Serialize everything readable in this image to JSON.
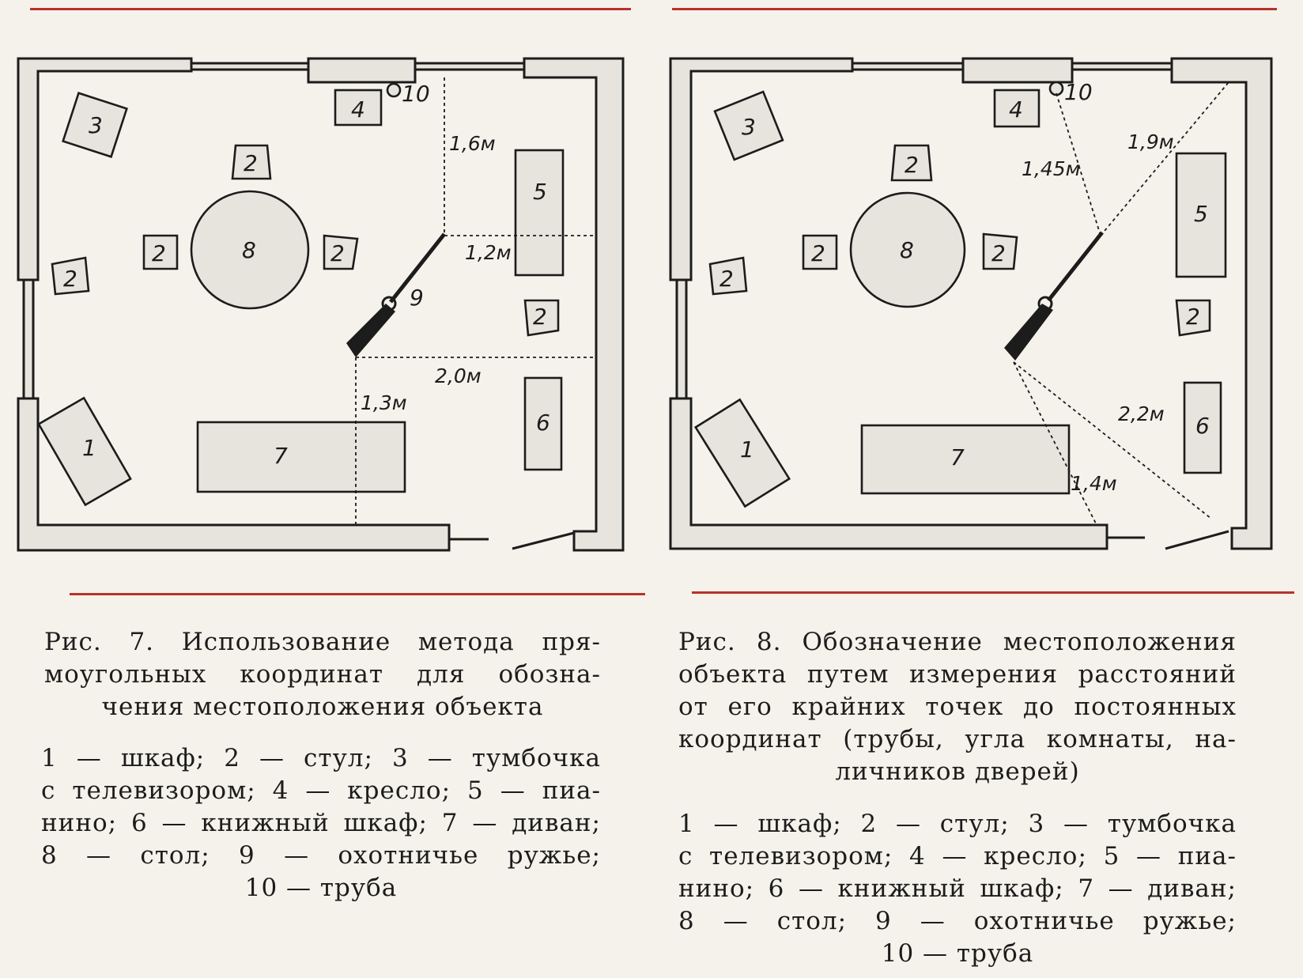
{
  "figure_left": {
    "furniture_labels": {
      "wardrobe": "1",
      "chair": "2",
      "stand": "3",
      "armchair": "4",
      "piano": "5",
      "bookcase": "6",
      "sofa": "7",
      "table": "8",
      "rifle": "9",
      "pipe": "10"
    },
    "distances": [
      "1,6м",
      "1,2м",
      "2,0м",
      "1,3м"
    ],
    "caption": [
      "Рис. 7. Использование метода пря-",
      "моугольных координат для обозна-",
      "чения местоположения объекта"
    ],
    "legend": [
      "1 — шкаф; 2 — стул; 3 — тумбочка",
      "с телевизором; 4 — кресло; 5 — пиа-",
      "нино; 6 — книжный шкаф; 7 — диван;",
      "8 — стол; 9 — охотничье ружье;",
      "10 — труба"
    ]
  },
  "figure_right": {
    "furniture_labels": {
      "wardrobe": "1",
      "chair": "2",
      "stand": "3",
      "armchair": "4",
      "piano": "5",
      "bookcase": "6",
      "sofa": "7",
      "table": "8",
      "pipe": "10"
    },
    "distances": [
      "1,9м",
      "1,45м",
      "2,2м",
      "1,4м"
    ],
    "caption": [
      "Рис. 8. Обозначение местоположения",
      "объекта путем измерения расстояний",
      "от его крайних точек до постоянных",
      "координат (трубы, угла комнаты, на-",
      "личников дверей)"
    ],
    "legend": [
      "1 — шкаф; 2 — стул; 3 — тумбочка",
      "с телевизором; 4 — кресло; 5 — пиа-",
      "нино; 6 — книжный шкаф; 7 — диван;",
      "8 — стол; 9 — охотничье ружье;",
      "10 — труба"
    ]
  },
  "colors": {
    "rule": "#b8322a",
    "ink": "#1c1c1c",
    "fill": "#e6e4dc"
  }
}
